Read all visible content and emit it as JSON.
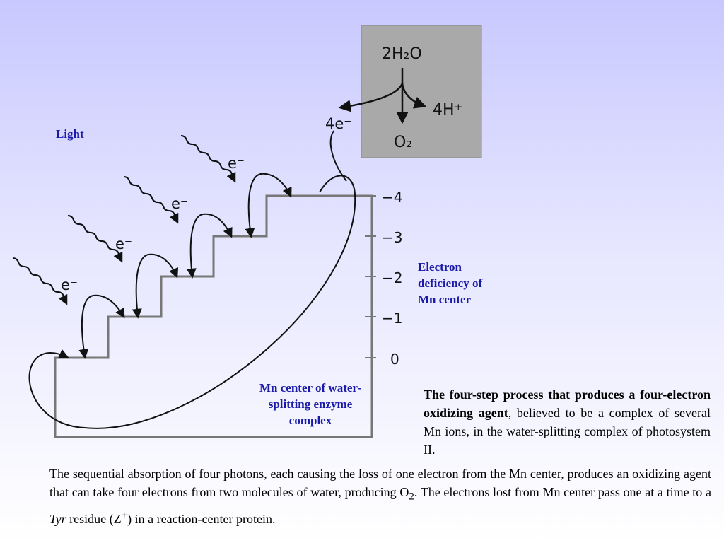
{
  "labels": {
    "light": "Light",
    "mn_center": "Mn center of water-splitting enzyme complex",
    "deficiency": "Electron deficiency of Mn center"
  },
  "reaction": {
    "water": "2H₂O",
    "protons": "4H⁺",
    "oxygen": "O₂",
    "electrons": "4e⁻",
    "box_color": "#a9a9a9"
  },
  "electron_labels": [
    "e⁻",
    "e⁻",
    "e⁻",
    "e⁻"
  ],
  "scale_ticks": [
    "−4",
    "−3",
    "−2",
    "−1",
    "0"
  ],
  "caption": {
    "bold": "The four-step process that produces a four-electron oxidizing agent",
    "rest": ", believed to be a complex of several Mn ions, in the water-splitting complex of photosystem II."
  },
  "body": {
    "part1": "The sequential absorption of four photons, each causing the loss of one electron from the Mn center, produces an oxidizing agent that can take four electrons from two molecules of water, producing O",
    "o2_sub": "2",
    "part2": ". The electrons lost from Mn center pass one at a time to a ",
    "tyr": "Tyr",
    "part3": " residue (Z",
    "z_sup": "+",
    "part4": ") in a reaction-center protein."
  },
  "colors": {
    "label_blue": "#1a1aa8",
    "box_gray": "#a9a9a9",
    "staircase_line": "#777777"
  }
}
